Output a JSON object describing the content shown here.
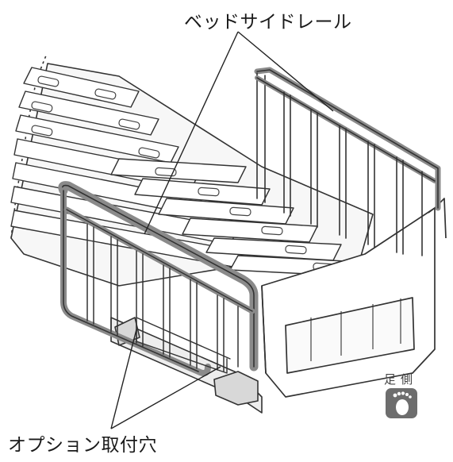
{
  "labels": {
    "side_rail": "ベッドサイドレール",
    "option_hole": "オプション取付穴",
    "foot_side": "足側"
  },
  "icons": {
    "foot_badge": "foot-icon"
  },
  "colors": {
    "line": "#333333",
    "rail_gray": "#8a8a8a",
    "badge": "#6d6d6d"
  }
}
